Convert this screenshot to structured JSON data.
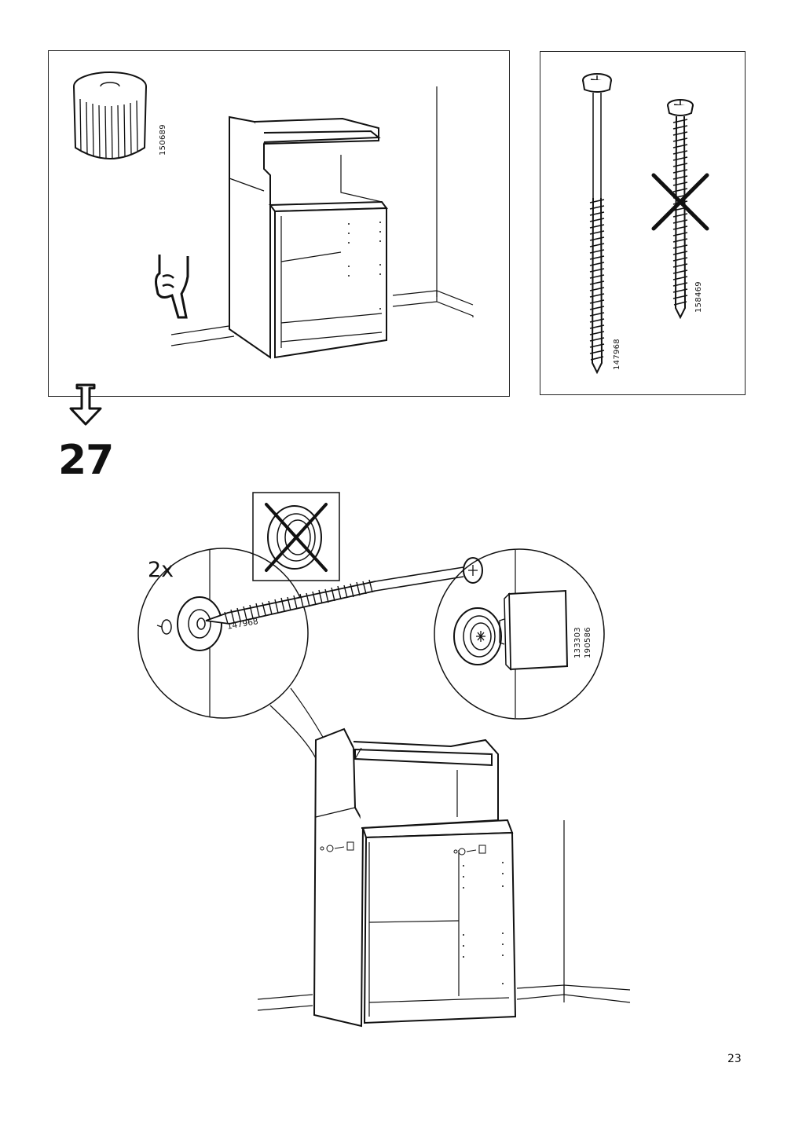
{
  "panels": {
    "hint_panel": {
      "part_number": "150689"
    },
    "screw_panel": {
      "correct_screw_number": "147968",
      "wrong_screw_number": "158469"
    }
  },
  "step": {
    "number": "27",
    "quantity": "2x",
    "screw_label": "147968",
    "detail_part_numbers": [
      "133303",
      "190586"
    ]
  },
  "page": {
    "number": "23"
  }
}
